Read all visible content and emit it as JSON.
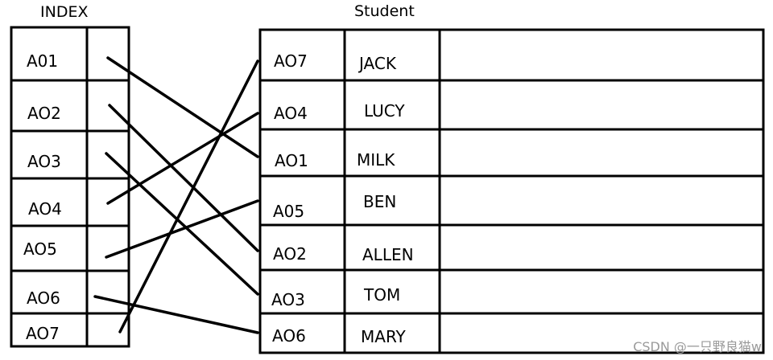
{
  "index_table": {
    "title": "INDEX",
    "entries": [
      "A01",
      "AO2",
      "AO3",
      "AO4",
      "AO5",
      "AO6",
      "AO7"
    ]
  },
  "student_table": {
    "title": "Student",
    "rows": [
      {
        "id": "AO7",
        "name": "JACK"
      },
      {
        "id": "AO4",
        "name": "LUCY"
      },
      {
        "id": "AO1",
        "name": "MILK"
      },
      {
        "id": "A05",
        "name": "BEN"
      },
      {
        "id": "AO2",
        "name": "ALLEN"
      },
      {
        "id": "AO3",
        "name": "TOM"
      },
      {
        "id": "AO6",
        "name": "MARY"
      }
    ]
  },
  "links": [
    {
      "from": "A01",
      "to": "AO1"
    },
    {
      "from": "AO2",
      "to": "AO2"
    },
    {
      "from": "AO3",
      "to": "AO3"
    },
    {
      "from": "AO4",
      "to": "AO4"
    },
    {
      "from": "AO5",
      "to": "A05"
    },
    {
      "from": "AO6",
      "to": "AO6"
    },
    {
      "from": "AO7",
      "to": "AO7"
    }
  ],
  "watermark": "CSDN @一只野良猫w",
  "colors": {
    "line": "#000000",
    "text": "#000000",
    "watermark": "#9a9a9a",
    "background": "#ffffff"
  }
}
